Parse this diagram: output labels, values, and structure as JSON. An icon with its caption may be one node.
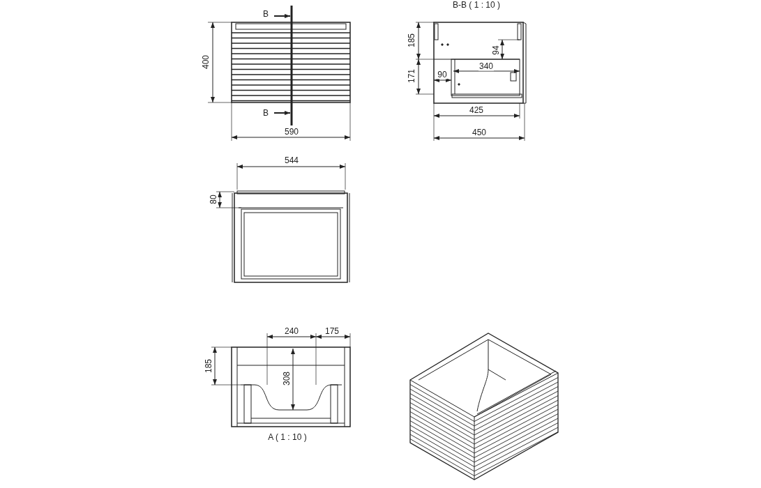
{
  "diagram": {
    "labels": [
      "B",
      "B-B ( 1 : 10 )",
      "400",
      "185",
      "94",
      "340",
      "171",
      "90",
      "B",
      "425",
      "590",
      "450",
      "544",
      "80",
      "240",
      "175",
      "185",
      "308",
      "A ( 1 : 10 )"
    ]
  }
}
